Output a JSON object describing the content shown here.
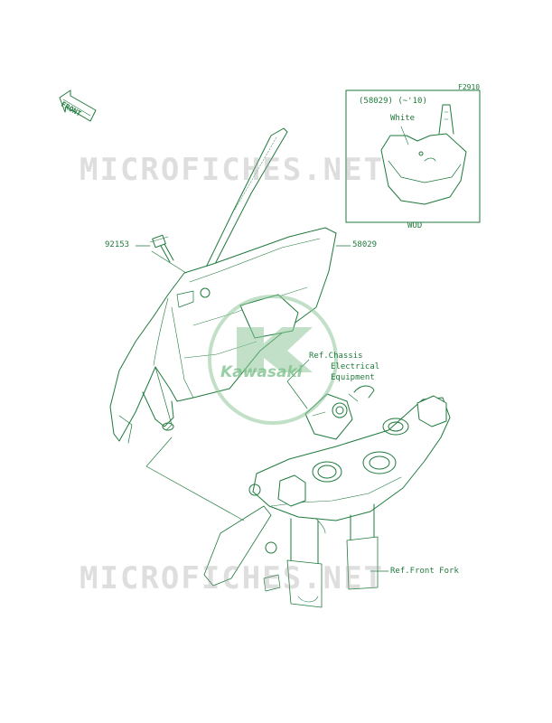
{
  "figure_code": "F2910",
  "front_label": "FRONT",
  "inset": {
    "ref_text": "(58029) (~'10)",
    "color_label": "White",
    "model_label": "WOD"
  },
  "callouts": {
    "bolt_part": "92153",
    "cover_part": "58029",
    "ref_chassis_line1": "Ref.Chassis",
    "ref_chassis_line2": "Electrical",
    "ref_chassis_line3": "Equipment",
    "ref_front_fork": "Ref.Front Fork"
  },
  "watermark": {
    "site_text": "MICROFICHES.NET",
    "brand_text": "Kawasaki"
  },
  "colors": {
    "line": "#1f7a3c",
    "watermark": "#b4b4b4",
    "logo": "#8fc79a"
  }
}
